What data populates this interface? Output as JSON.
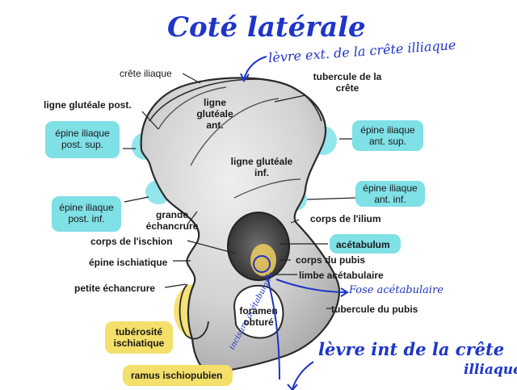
{
  "title": "Coté latérale",
  "annotations": {
    "crest_ext": "lèvre ext. de la crête illiaque",
    "crest_int": "lèvre int de la crête",
    "crest_int2": "illiaque",
    "fossa": "Fose acétabulaire",
    "notch": "incisure acétabulaire"
  },
  "labels": {
    "crete_iliaque": "crête iliaque",
    "tubercule_crete_1": "tubercule de la",
    "tubercule_crete_2": "crête",
    "ligne_glut_post": "ligne glutéale post.",
    "ligne_glut_ant_1": "ligne",
    "ligne_glut_ant_2": "glutéale",
    "ligne_glut_ant_3": "ant.",
    "epine_post_sup_1": "épine iliaque",
    "epine_post_sup_2": "post. sup.",
    "epine_ant_sup_1": "épine iliaque",
    "epine_ant_sup_2": "ant. sup.",
    "ligne_glut_inf_1": "ligne glutéale",
    "ligne_glut_inf_2": "inf.",
    "epine_ant_inf_1": "épine iliaque",
    "epine_ant_inf_2": "ant. inf.",
    "epine_post_inf_1": "épine iliaque",
    "epine_post_inf_2": "post. inf.",
    "grande_echancrure_1": "grande",
    "grande_echancrure_2": "échancrure",
    "corps_ilium": "corps de l'ilium",
    "corps_ischion": "corps de l'ischion",
    "acetabulum": "acétabulum",
    "epine_ischiatique": "épine ischiatique",
    "corps_pubis": "corps du pubis",
    "limbe": "limbe acétabulaire",
    "petite_echancrure": "petite échancrure",
    "foramen_1": "foramen",
    "foramen_2": "obturé",
    "tubercule_pubis": "tubercule du pubis",
    "tuberosite_1": "tubérosité",
    "tuberosite_2": "ischiatique",
    "ramus": "ramus ischiopubien"
  },
  "colors": {
    "cyan_highlight": "#7fe0e6",
    "yellow_highlight": "#f3df6a",
    "ink_blue": "#1e35c8",
    "bone_fill": "#d9d9d9",
    "bone_outline": "#2a2a2a"
  }
}
